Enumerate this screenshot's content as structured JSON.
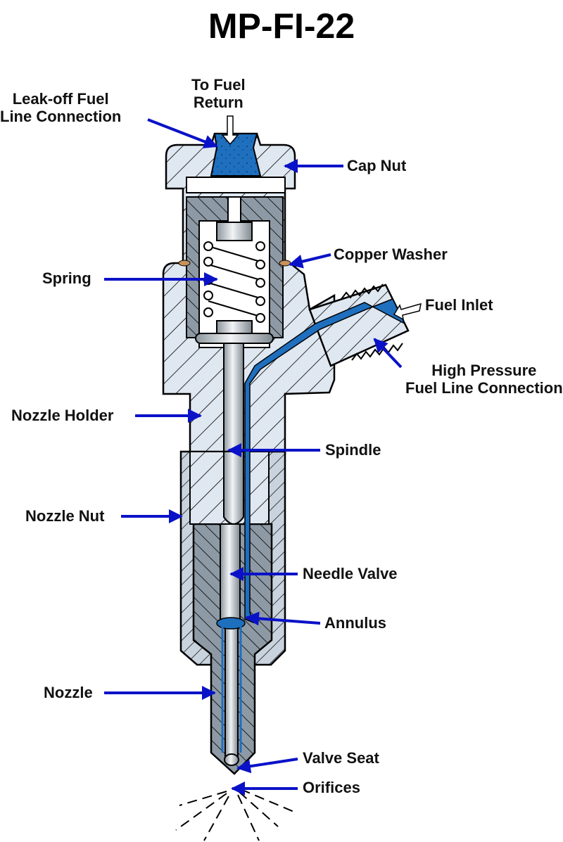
{
  "title": "MP-FI-22",
  "colors": {
    "fuel": "#1f6fbf",
    "arrow": "#0a12c8",
    "body": "#dfe7f1",
    "dark_part": "#8d9aa5",
    "outline": "#000000",
    "washer": "#c8925a"
  },
  "labels": {
    "to_fuel_return": [
      "To Fuel",
      "Return"
    ],
    "leak_off": [
      "Leak-off Fuel",
      "Line Connection"
    ],
    "cap_nut": "Cap Nut",
    "copper_washer": "Copper Washer",
    "spring": "Spring",
    "fuel_inlet": "Fuel Inlet",
    "high_pressure": [
      "High Pressure",
      "Fuel Line Connection"
    ],
    "nozzle_holder": "Nozzle Holder",
    "spindle": "Spindle",
    "nozzle_nut": "Nozzle Nut",
    "needle_valve": "Needle Valve",
    "annulus": "Annulus",
    "nozzle": "Nozzle",
    "valve_seat": "Valve Seat",
    "orifices": "Orifices"
  }
}
